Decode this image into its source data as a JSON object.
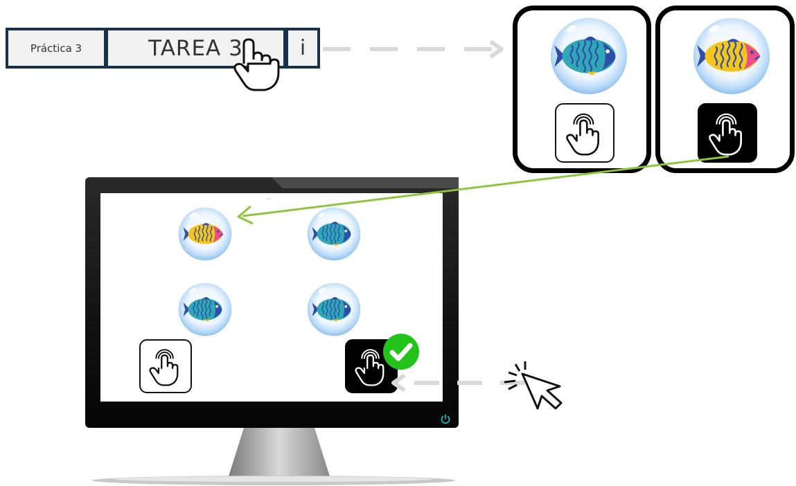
{
  "tabs": {
    "practice_label": "Práctica 3",
    "task_label": "TAREA 3",
    "info_label": "i"
  },
  "cards": [
    {
      "fish": "blue-fish",
      "button_style": "white"
    },
    {
      "fish": "yellow-fish",
      "button_style": "black"
    }
  ],
  "screen": {
    "dots": "...",
    "fish_grid": [
      "yellow-fish",
      "blue-fish",
      "blue-fish",
      "blue-fish"
    ],
    "buttons": [
      "white",
      "black"
    ],
    "checked_button": "black"
  },
  "colors": {
    "tabbar": "#17324a",
    "dashed_arrow": "#d9d9d9",
    "green_arrow": "#8cc63f",
    "check": "#22c41a",
    "power_led": "#1ec9c9"
  },
  "icons": [
    "hand-touch-icon",
    "cursor-arrow-icon",
    "check-icon",
    "power-icon"
  ]
}
